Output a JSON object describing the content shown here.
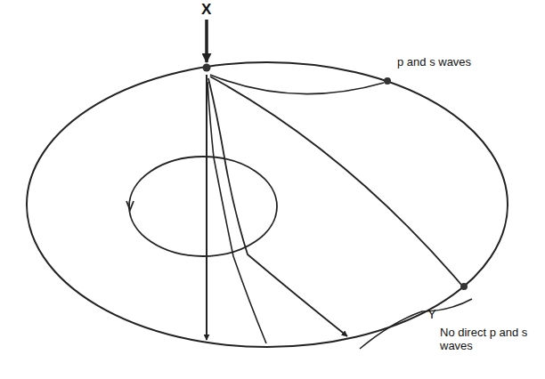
{
  "diagram": {
    "labels": [
      "X",
      "p and s waves",
      "Y",
      "No direct p and s waves"
    ]
  }
}
